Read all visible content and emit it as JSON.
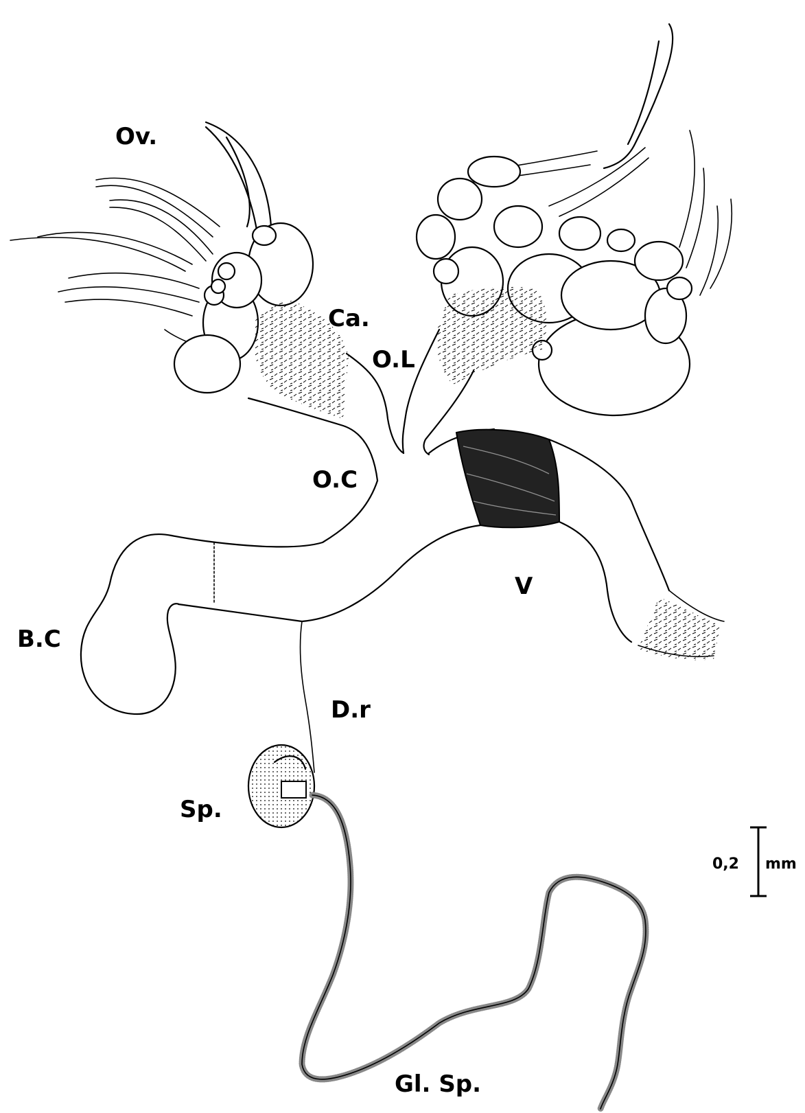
{
  "labels": {
    "ov": "Ov.",
    "ca": "Ca.",
    "ol": "O.L",
    "oc": "O.C",
    "v": "V",
    "bc": "B.C",
    "dr": "D.r",
    "sp": "Sp.",
    "glsp": "Gl. Sp."
  },
  "scale_bar": {
    "value": "0,2",
    "unit": "mm"
  }
}
